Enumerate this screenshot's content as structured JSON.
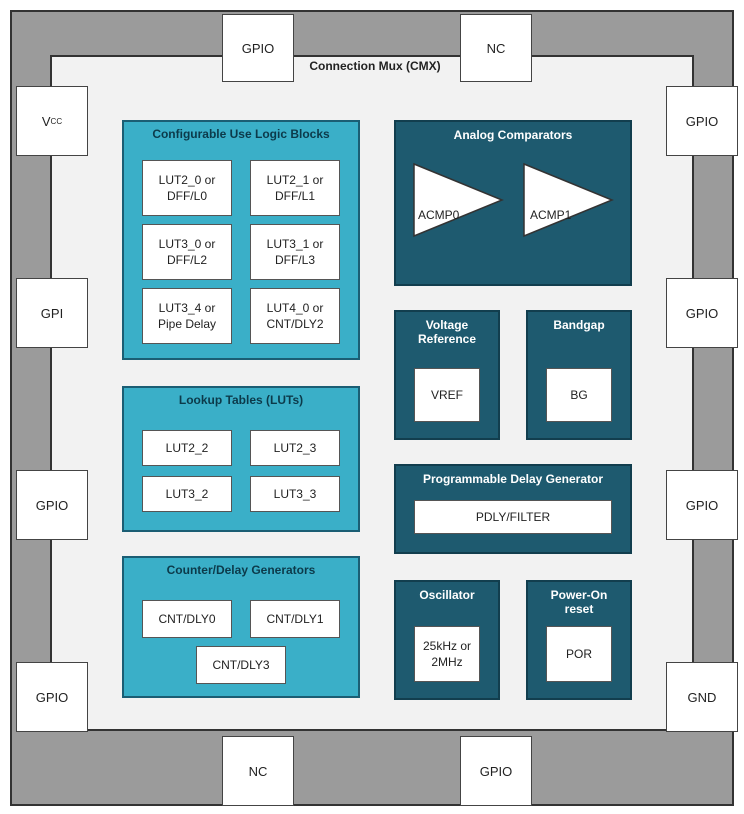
{
  "cmx_label": "Connection Mux (CMX)",
  "pins": {
    "top_left": "GPIO",
    "top_right": "NC",
    "left_1_main": "V",
    "left_1_sub": "CC",
    "left_2": "GPI",
    "left_3": "GPIO",
    "left_4": "GPIO",
    "right_1": "GPIO",
    "right_2": "GPIO",
    "right_3": "GPIO",
    "right_4": "GND",
    "bottom_left": "NC",
    "bottom_right": "GPIO"
  },
  "logic_blocks": {
    "title": "Configurable Use Logic Blocks",
    "cells": [
      [
        "LUT2_0 or",
        "DFF/L0"
      ],
      [
        "LUT2_1 or",
        "DFF/L1"
      ],
      [
        "LUT3_0 or",
        "DFF/L2"
      ],
      [
        "LUT3_1 or",
        "DFF/L3"
      ],
      [
        "LUT3_4 or",
        "Pipe Delay"
      ],
      [
        "LUT4_0 or",
        "CNT/DLY2"
      ]
    ]
  },
  "luts": {
    "title": "Lookup Tables (LUTs)",
    "cells": [
      "LUT2_2",
      "LUT2_3",
      "LUT3_2",
      "LUT3_3"
    ]
  },
  "counters": {
    "title": "Counter/Delay Generators",
    "cells": [
      "CNT/DLY0",
      "CNT/DLY1",
      "CNT/DLY3"
    ]
  },
  "analog": {
    "title": "Analog Comparators",
    "acmp0": "ACMP0",
    "acmp1": "ACMP1"
  },
  "vref": {
    "title_1": "Voltage",
    "title_2": "Reference",
    "cell": "VREF"
  },
  "bandgap": {
    "title": "Bandgap",
    "cell": "BG"
  },
  "pdly": {
    "title": "Programmable Delay Generator",
    "cell": "PDLY/FILTER"
  },
  "osc": {
    "title": "Oscillator",
    "cell_1": "25kHz or",
    "cell_2": "2MHz"
  },
  "por": {
    "title_1": "Power-On",
    "title_2": "reset",
    "cell": "POR"
  },
  "colors": {
    "light_block": "#3aafc8",
    "dark_block": "#1e5a6f",
    "frame": "#9b9b9b",
    "inner": "#f2f2f2"
  }
}
